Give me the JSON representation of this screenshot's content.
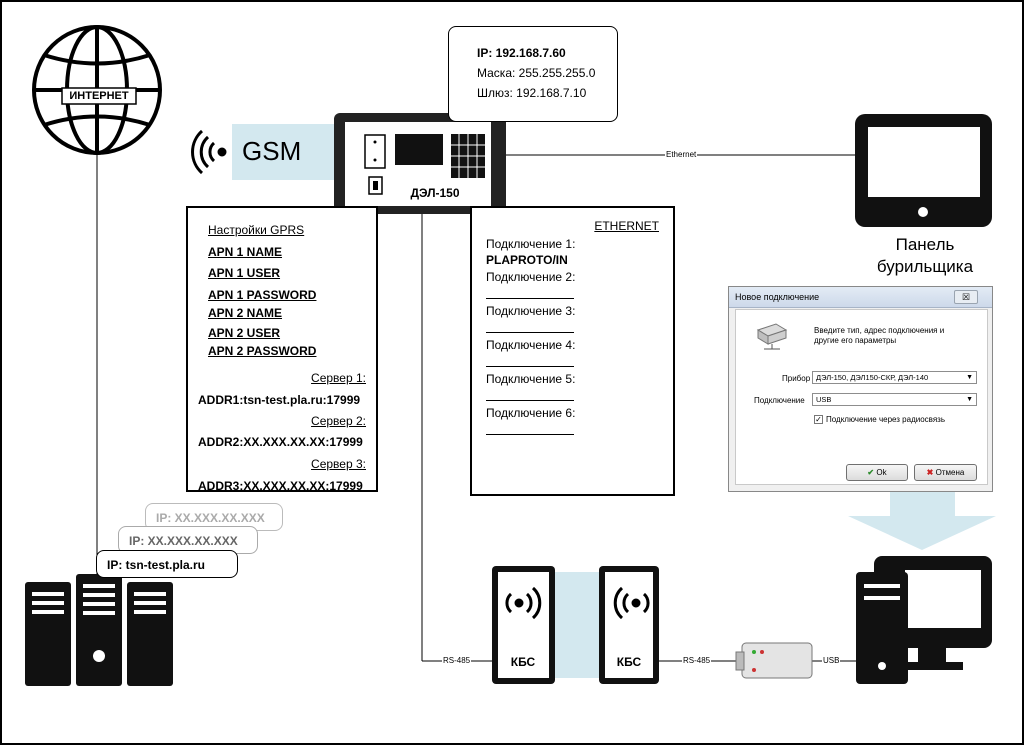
{
  "internet": {
    "label": "ИНТЕРНЕТ"
  },
  "gsm": {
    "label": "GSM"
  },
  "device": {
    "name": "ДЭЛ-150"
  },
  "ip_info": {
    "ip": "IP: 192.168.7.60",
    "mask": "Маска: 255.255.255.0",
    "gateway": "Шлюз: 192.168.7.10"
  },
  "ethernet_link": {
    "label": "Ethernet"
  },
  "panel": {
    "line1": "Панель",
    "line2": "бурильщика"
  },
  "gprs": {
    "title": "Настройки GPRS",
    "apn": [
      "APN 1 NAME",
      "APN 1 USER",
      "APN 1 PASSWORD",
      "APN 2 NAME",
      "APN 2 USER",
      "APN 2 PASSWORD"
    ],
    "servers": [
      {
        "label": "Сервер 1:",
        "addr": "ADDR1:tsn-test.pla.ru:17999"
      },
      {
        "label": "Сервер 2:",
        "addr": "ADDR2:XX.XXX.XX.XX:17999"
      },
      {
        "label": "Сервер 3:",
        "addr": "ADDR3:XX.XXX.XX.XX:17999"
      }
    ]
  },
  "ethernet": {
    "title": "ETHERNET",
    "conn1": "Подключение 1:",
    "conn1_value": "PLAPROTO/IN",
    "conns": [
      "Подключение 2:",
      "Подключение 3:",
      "Подключение 4:",
      "Подключение 5:",
      "Подключение 6:"
    ]
  },
  "servers_ips": [
    "IP: XX.XXX.XX.XXX",
    "IP: XX.XXX.XX.XXX",
    "IP: tsn-test.pla.ru"
  ],
  "links": {
    "rs485_a": "RS-485",
    "rs485_b": "RS-485",
    "usb": "USB"
  },
  "kbs": {
    "left": "КБС",
    "right": "КБС"
  },
  "dialog": {
    "title": "Новое подключение",
    "close": "☒",
    "description": "Введите тип, адрес подключения и другие его параметры",
    "device_label": "Прибор",
    "device_value": "ДЭЛ-150, ДЭЛ150-СКР, ДЭЛ-140",
    "conn_label": "Подключение",
    "conn_value": "USB",
    "radio_checkbox": "Подключение через радиосвязь",
    "radio_checked": true,
    "ok": "Ok",
    "cancel": "Отмена"
  },
  "colors": {
    "accent_band": "#d3e8ef",
    "line": "#000000",
    "dialog_bg": "#f0f0f0"
  }
}
